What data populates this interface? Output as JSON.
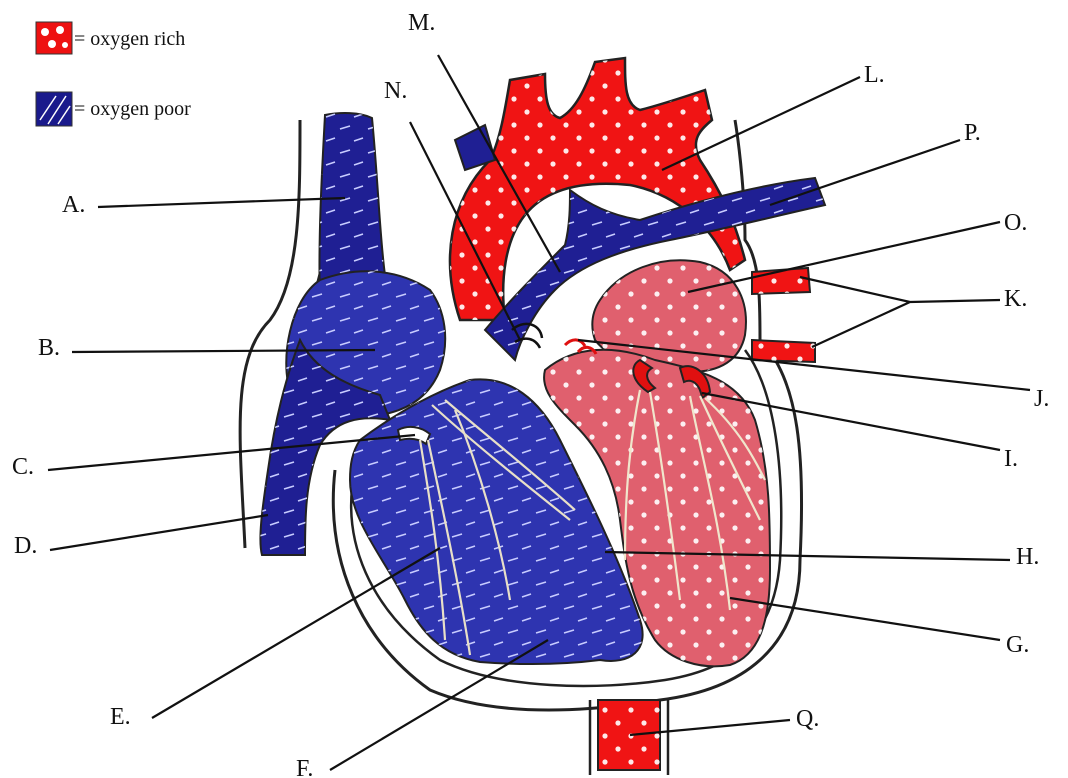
{
  "legend": {
    "rich_text": "= oxygen rich",
    "poor_text": "= oxygen poor",
    "rich_color": "#ee1111",
    "poor_color": "#1a1a8c"
  },
  "colors": {
    "oxygen_rich": "#f01414",
    "oxygen_rich_chamber": "#e0606e",
    "oxygen_poor": "#1f1f93",
    "oxygen_poor_chamber": "#2e34b0",
    "outline": "#222222",
    "tendon": "#e8e0c8"
  },
  "labels": {
    "A": "A.",
    "B": "B.",
    "C": "C.",
    "D": "D.",
    "E": "E.",
    "F": "F.",
    "G": "G.",
    "H": "H.",
    "I": "I.",
    "J": "J.",
    "K": "K.",
    "L": "L.",
    "M": "M.",
    "N": "N.",
    "O": "O.",
    "P": "P.",
    "Q": "Q."
  }
}
